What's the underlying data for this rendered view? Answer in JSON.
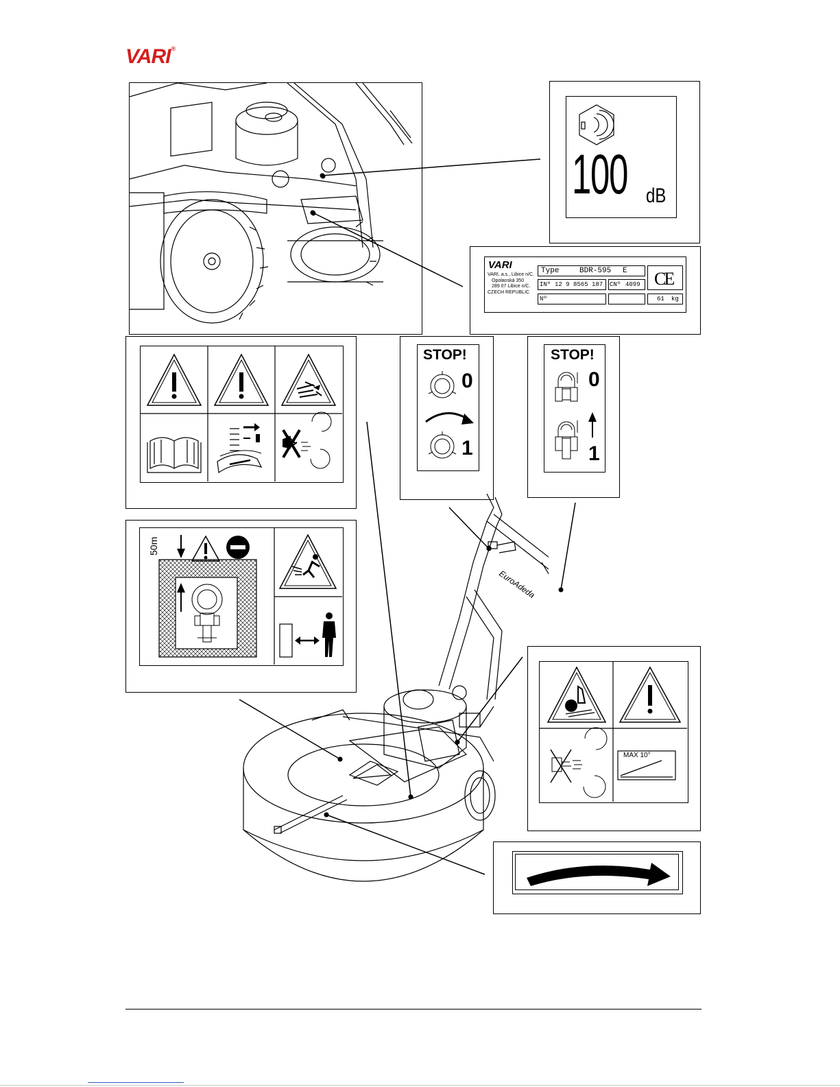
{
  "brand": {
    "logo_text": "VARI",
    "logo_mark": "®",
    "color": "#d21f1f"
  },
  "noise_label": {
    "value": "100",
    "unit": "dB"
  },
  "plate": {
    "brand": "VARI",
    "address": [
      "VARI, a.s., Libice n/C.",
      "Opolanská 350",
      "289 07 Libice n/C.",
      "CZECH REPUBLIC"
    ],
    "type_label": "Type",
    "type_value": "BDR-595",
    "type_suffix": "E",
    "inv_label": "INº",
    "inv_value": "12 9 8565 187",
    "cn_label": "CNº",
    "cn_value": "4099",
    "no_label": "Nº",
    "mass_value": "61",
    "mass_unit": "kg",
    "ce_mark": "CE"
  },
  "switch_labels": [
    {
      "stop": "STOP!",
      "off": "0",
      "on": "1"
    },
    {
      "stop": "STOP!",
      "off": "0",
      "on": "1"
    }
  ],
  "distance_label": "50m",
  "slope_label": "MAX 10°",
  "machine_name": "EuroAdeda",
  "icons": [
    "warning-icon",
    "warning-icon",
    "thrown-objects-icon",
    "manual-icon",
    "maintenance-icon",
    "no-hands-blade-icon",
    "no-entry-icon",
    "running-person-icon",
    "keep-distance-icon",
    "hand-entanglement-icon",
    "no-feet-blade-icon",
    "slope-icon",
    "rotation-arrow-icon"
  ]
}
